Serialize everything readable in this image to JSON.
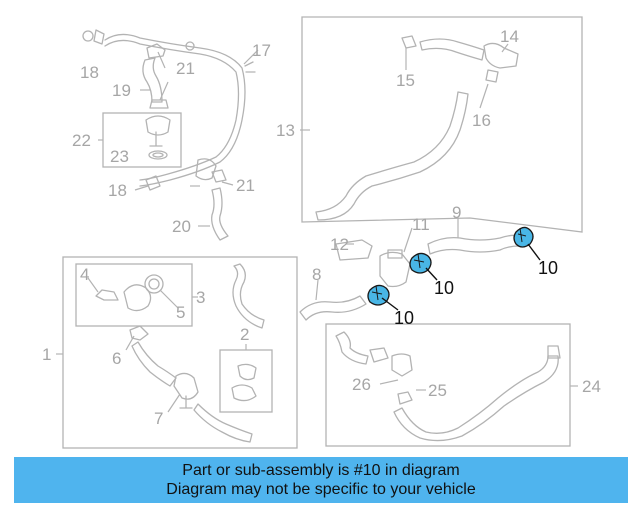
{
  "callouts": [
    "1",
    "2",
    "3",
    "4",
    "5",
    "6",
    "7",
    "8",
    "9",
    "10",
    "11",
    "12",
    "13",
    "14",
    "15",
    "16",
    "17",
    "18",
    "19",
    "20",
    "21",
    "22",
    "23",
    "24",
    "25",
    "26"
  ],
  "highlighted_part": "10",
  "colors": {
    "highlight": "#49b6e6",
    "banner": "#4fb4ee",
    "line": "#b3b3b3",
    "text_gray": "#a6a6a6"
  },
  "banner": {
    "line1": "Part or sub-assembly is #10 in diagram",
    "line2": "Diagram may not be specific to your vehicle"
  }
}
